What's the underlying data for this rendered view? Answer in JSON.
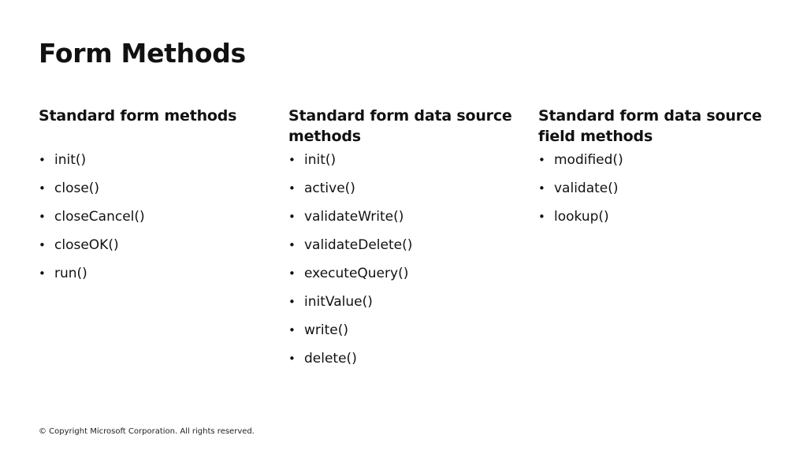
{
  "slide": {
    "title": "Form Methods",
    "copyright": "© Copyright Microsoft Corporation. All rights reserved."
  },
  "columns": [
    {
      "heading": "Standard form methods",
      "items": [
        "init()",
        "close()",
        "closeCancel()",
        "closeOK()",
        "run()"
      ]
    },
    {
      "heading": "Standard form data source methods",
      "items": [
        "init()",
        "active()",
        "validateWrite()",
        "validateDelete()",
        "executeQuery()",
        "initValue()",
        "write()",
        "delete()"
      ]
    },
    {
      "heading": "Standard form data source field methods",
      "items": [
        "modified()",
        "validate()",
        "lookup()"
      ]
    }
  ],
  "bullet_char": "•"
}
